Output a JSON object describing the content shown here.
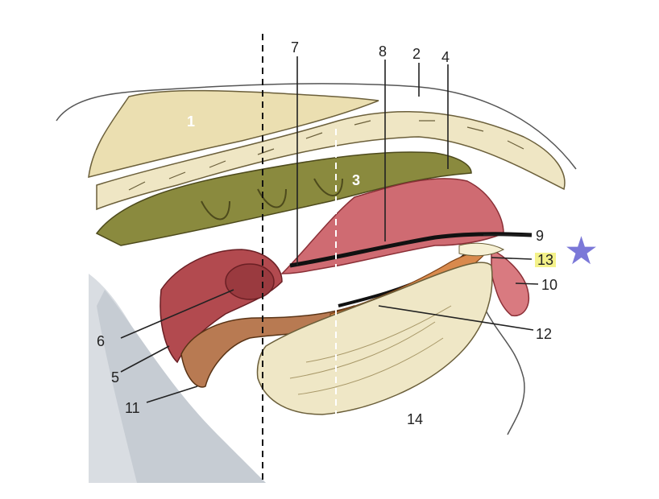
{
  "labels": {
    "l1": "1",
    "l2": "2",
    "l3": "3",
    "l4": "4",
    "l5": "5",
    "l6": "6",
    "l7": "7",
    "l8": "8",
    "l9": "9",
    "l10": "10",
    "l11": "11",
    "l12": "12",
    "l13": "13",
    "l14": "14"
  },
  "marker": {
    "icon": "star-icon",
    "glyph": "★",
    "color": "#7b78d8"
  },
  "highlight_color": "#f4f28a"
}
